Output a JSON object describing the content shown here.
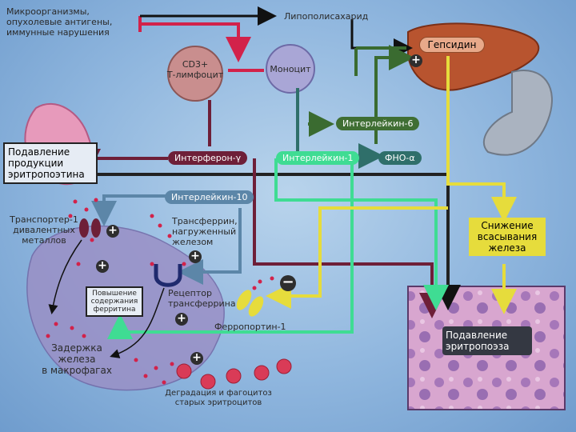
{
  "texts": {
    "microorganisms": "Микроорганизмы,\nопухолевые антигены,\nиммунные нарушения",
    "lipopolysaccharide": "Липополисахарид",
    "hepcidin": "Гепсидин",
    "cd3": "CD3+\nТ-лимфоцит",
    "monocyte": "Моноцит",
    "il6": "Интерлейкин-6",
    "epo_suppression": "Подавление\nпродукции\nэритропоэтина",
    "ifn": "Интерферон-γ",
    "il1": "Интерлейкин-1",
    "tnf": "ФНО-α",
    "il10": "Интерлейкин-10",
    "dmt1": "Транспортер-1\nдивалентных\nметаллов",
    "transferrin": "Трансферрин,\nнагруженный\nжелезом",
    "absorption": "Снижение\nвсасывания\nжелеза",
    "ferritin": "Повышение\nсодержания\nферритина",
    "receptor": "Рецептор\nтрансферрина",
    "ferroportin": "Ферропортин-1",
    "erythropoiesis": "Подавление\nэритропоэза",
    "retention": "Задержка\nжелеза\nв макрофагах",
    "degradation": "Деградация и фагоцитоз\nстарых эритроцитов"
  },
  "symbols": {
    "plus": "+",
    "minus": "−"
  },
  "colors": {
    "red": "#d2224a",
    "black": "#111111",
    "darkgreen": "#3a6b30",
    "teal": "#2f6f6a",
    "maroon": "#6e1f38",
    "green": "#3fdc93",
    "blue": "#5c86a8",
    "yellow": "#e6dc3c"
  }
}
